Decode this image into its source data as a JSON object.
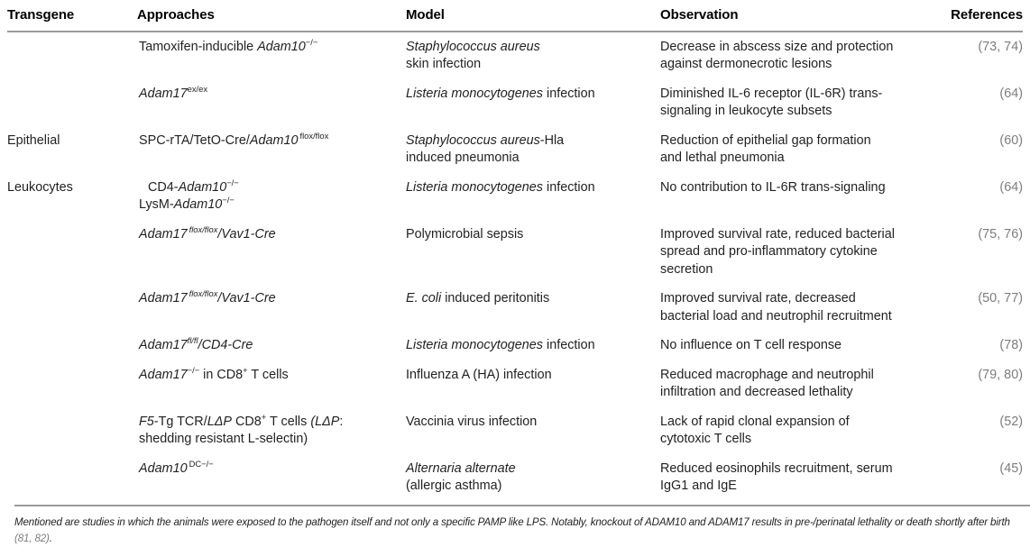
{
  "table": {
    "headers": {
      "transgene": "Transgene",
      "approaches": "Approaches",
      "model": "Model",
      "observation": "Observation",
      "references": "References"
    },
    "rows": [
      {
        "transgene": "",
        "approach_prefix": "Tamoxifen-inducible ",
        "approach_italic": "Adam10",
        "approach_sup": "−/−",
        "approach_suffix": "",
        "model_italic": "Staphylococcus aureus",
        "model_rest": "",
        "model_line2": "skin infection",
        "observation": "Decrease in abscess size and protection against dermonecrotic lesions",
        "references": "(73, 74)"
      },
      {
        "transgene": "",
        "approach_prefix": "",
        "approach_italic": "Adam17",
        "approach_sup": "ex/ex",
        "approach_suffix": "",
        "model_italic": "Listeria monocytogenes",
        "model_rest": " infection",
        "model_line2": "",
        "observation": "Diminished IL-6 receptor (IL-6R) trans-signaling in leukocyte subsets",
        "references": "(64)"
      },
      {
        "transgene": "Epithelial",
        "approach_prefix": "SPC-rTA/TetO-Cre/",
        "approach_italic": "Adam10",
        "approach_sup": "flox/flox",
        "approach_suffix": "",
        "model_italic": "Staphylococcus aureus",
        "model_rest": "-Hla",
        "model_line2": "induced pneumonia",
        "observation": "Reduction of epithelial gap formation and lethal pneumonia",
        "references": "(60)"
      },
      {
        "transgene": "Leukocytes",
        "approach_prefix": "CD4-",
        "approach_italic": "Adam10",
        "approach_sup": "−/−",
        "approach_suffix": "",
        "approach2_prefix": "LysM-",
        "approach2_italic": "Adam10",
        "approach2_sup": "−/−",
        "model_italic": "Listeria monocytogenes",
        "model_rest": " infection",
        "model_line2": "",
        "observation": "No contribution to IL-6R trans-signaling",
        "references": "(64)"
      },
      {
        "transgene": "",
        "approach_prefix": "",
        "approach_italic": "Adam17",
        "approach_sup": "flox/flox",
        "approach_italic2": "/Vav1-Cre",
        "approach_suffix": "",
        "model_italic": "",
        "model_rest": "Polymicrobial sepsis",
        "model_line2": "",
        "observation": "Improved survival rate, reduced bacterial spread and pro-inflammatory cytokine secretion",
        "references": "(75, 76)"
      },
      {
        "transgene": "",
        "approach_prefix": "",
        "approach_italic": "Adam17",
        "approach_sup": "flox/flox",
        "approach_italic2": "/Vav1-Cre",
        "approach_suffix": "",
        "model_italic": "E. coli",
        "model_rest": " induced peritonitis",
        "model_line2": "",
        "observation": "Improved survival rate, decreased bacterial load and neutrophil recruitment",
        "references": "(50, 77)"
      },
      {
        "transgene": "",
        "approach_prefix": "",
        "approach_italic": "Adam17",
        "approach_sup": "fl/fl",
        "approach_italic2": "/CD4-Cre",
        "approach_suffix": "",
        "model_italic": "Listeria monocytogenes",
        "model_rest": " infection",
        "model_line2": "",
        "observation": "No influence on T cell response",
        "references": "(78)"
      },
      {
        "transgene": "",
        "approach_prefix": "",
        "approach_italic": "Adam17",
        "approach_sup": "−/−",
        "approach_suffix": " in CD8",
        "approach_sup2": "+",
        "approach_tail": " T cells",
        "model_italic": "",
        "model_rest": "Influenza A (HA) infection",
        "model_line2": "",
        "observation": "Reduced macrophage and neutrophil infiltration and decreased lethality",
        "references": "(79, 80)"
      },
      {
        "transgene": "",
        "approach_italic": "F5",
        "approach_mid": "-Tg TCR/",
        "approach_italic2": "LΔP",
        "approach_mid2": " CD8",
        "approach_sup2": "+",
        "approach_tail": " T cells ",
        "approach_italic3": "(LΔP",
        "approach_tail2": ":",
        "approach_line2": "shedding resistant L-selectin)",
        "model_italic": "",
        "model_rest": "Vaccinia virus infection",
        "model_line2": "",
        "observation": "Lack of rapid clonal expansion of cytotoxic T cells",
        "references": "(52)"
      },
      {
        "transgene": "",
        "approach_prefix": "",
        "approach_italic": "Adam10",
        "approach_sup": "DC−/−",
        "approach_suffix": "",
        "model_italic": "Alternaria alternate",
        "model_rest": "",
        "model_line2": "(allergic asthma)",
        "observation": "Reduced eosinophils recruitment, serum IgG1 and IgE",
        "references": "(45)"
      }
    ]
  },
  "footnote": {
    "part1": "Mentioned are studies in which the animals were exposed to the pathogen itself and not only a specific PAMP like LPS. Notably, knockout of ADAM10 and ADAM17 results in pre-/perinatal lethality or death shortly after birth ",
    "citation": "(81, 82)",
    "part2": "."
  },
  "colors": {
    "text": "#231f20",
    "header_text": "#000000",
    "rule": "#9b9b9b",
    "citation": "#7d7d7d"
  }
}
